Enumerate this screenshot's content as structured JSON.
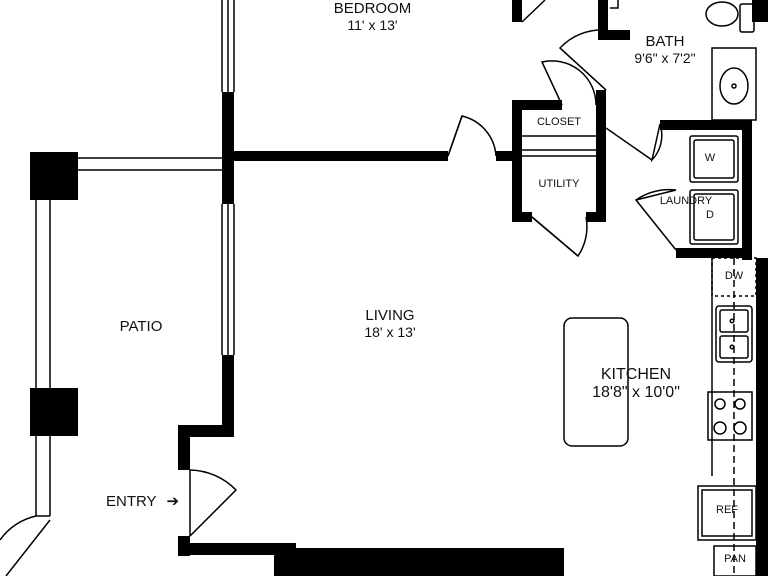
{
  "rooms": {
    "bedroom": {
      "name": "BEDROOM",
      "dims": "11' x 13'"
    },
    "bath": {
      "name": "BATH",
      "dims": "9'6\" x 7'2\""
    },
    "closet": {
      "name": "CLOSET"
    },
    "utility": {
      "name": "UTILITY"
    },
    "laundry": {
      "name": "LAUNDRY",
      "washer": "W",
      "dryer": "D"
    },
    "patio": {
      "name": "PATIO"
    },
    "living": {
      "name": "LIVING",
      "dims": "18' x 13'"
    },
    "kitchen": {
      "name": "KITCHEN",
      "dims": "18'8\" x 10'0\""
    },
    "entry": {
      "name": "ENTRY",
      "arrow": "➔"
    }
  },
  "appliances": {
    "dishwasher": "DW",
    "refrigerator": "REF",
    "pantry": "PAN"
  }
}
